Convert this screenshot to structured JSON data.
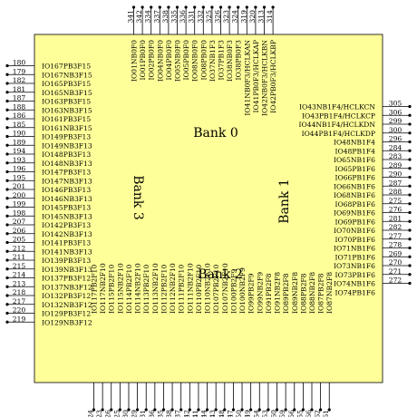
{
  "banks": [
    {
      "label": "Bank 0"
    },
    {
      "label": "Bank 1"
    },
    {
      "label": "Bank 2"
    },
    {
      "label": "Bank 3"
    }
  ],
  "left_pins": [
    {
      "num": "180",
      "name": "IO167PB3F15"
    },
    {
      "num": "179",
      "name": "IO167NB3F15"
    },
    {
      "num": "182",
      "name": "IO165PB3F15"
    },
    {
      "num": "181",
      "name": "IO165NB3F15"
    },
    {
      "num": "187",
      "name": "IO163PB3F15"
    },
    {
      "num": "188",
      "name": "IO163NB3F15"
    },
    {
      "num": "186",
      "name": "IO161PB3F15"
    },
    {
      "num": "185",
      "name": "IO161NB3F15"
    },
    {
      "num": "190",
      "name": "IO149PB3F13"
    },
    {
      "num": "189",
      "name": "IO149NB3F13"
    },
    {
      "num": "194",
      "name": "IO148PB3F13"
    },
    {
      "num": "193",
      "name": "IO148NB3F13"
    },
    {
      "num": "196",
      "name": "IO147PB3F13"
    },
    {
      "num": "195",
      "name": "IO147NB3F13"
    },
    {
      "num": "201",
      "name": "IO146PB3F13"
    },
    {
      "num": "200",
      "name": "IO146NB3F13"
    },
    {
      "num": "199",
      "name": "IO145PB3F13"
    },
    {
      "num": "198",
      "name": "IO145NB3F13"
    },
    {
      "num": "207",
      "name": "IO142PB3F13"
    },
    {
      "num": "206",
      "name": "IO142NB3F13"
    },
    {
      "num": "205",
      "name": "IO141PB3F13"
    },
    {
      "num": "212",
      "name": "IO141NB3F13"
    },
    {
      "num": "211",
      "name": "IO139PB3F13"
    },
    {
      "num": "215",
      "name": "IO139NB3F13"
    },
    {
      "num": "214",
      "name": "IO137PB3F12"
    },
    {
      "num": "213",
      "name": "IO137NB3F12"
    },
    {
      "num": "218",
      "name": "IO132PB3F12"
    },
    {
      "num": "217",
      "name": "IO132NB3F12"
    },
    {
      "num": "220",
      "name": "IO129PB3F12"
    },
    {
      "num": "219",
      "name": "IO129NB3F12"
    }
  ],
  "right_pins": [
    {
      "num": "305",
      "name": "IO43NB1F4/HCLKCN"
    },
    {
      "num": "306",
      "name": "IO43PB1F4/HCLKCP"
    },
    {
      "num": "299",
      "name": "IO44NB1F4/HCLKDN"
    },
    {
      "num": "300",
      "name": "IO44PB1F4/HCLKDP"
    },
    {
      "num": "296",
      "name": "IO48NB1F4"
    },
    {
      "num": "284",
      "name": "IO48PB1F4"
    },
    {
      "num": "283",
      "name": "IO65NB1F6"
    },
    {
      "num": "289",
      "name": "IO65PB1F6"
    },
    {
      "num": "290",
      "name": "IO66PB1F6"
    },
    {
      "num": "287",
      "name": "IO66NB1F6"
    },
    {
      "num": "288",
      "name": "IO68NB1F6"
    },
    {
      "num": "275",
      "name": "IO68PB1F6"
    },
    {
      "num": "276",
      "name": "IO69NB1F6"
    },
    {
      "num": "281",
      "name": "IO69PB1F6"
    },
    {
      "num": "282",
      "name": "IO70NB1F6"
    },
    {
      "num": "277",
      "name": "IO70PB1F6"
    },
    {
      "num": "278",
      "name": "IO71NB1F6"
    },
    {
      "num": "269",
      "name": "IO71PB1F6"
    },
    {
      "num": "270",
      "name": "IO73NB1F6"
    },
    {
      "num": "271",
      "name": "IO73PB1F6"
    },
    {
      "num": "272",
      "name": "IO74NB1F6"
    },
    {
      "num": "",
      "name": "IO74PB1F6"
    }
  ],
  "top_pins": [
    {
      "num": "341",
      "name": "IO01NB0F0"
    },
    {
      "num": "342",
      "name": "IO01PB0F0"
    },
    {
      "num": "334",
      "name": "IO02PB0F0"
    },
    {
      "num": "337",
      "name": "IO04NB0F0"
    },
    {
      "num": "338",
      "name": "IO04PB0F0"
    },
    {
      "num": "335",
      "name": "IO05NB0F0"
    },
    {
      "num": "336",
      "name": "IO05PB0F0"
    },
    {
      "num": "331",
      "name": "IO08NB0F0"
    },
    {
      "num": "332",
      "name": "IO08PB0F0"
    },
    {
      "num": "325",
      "name": "IO37NB1F3"
    },
    {
      "num": "326",
      "name": "IO37PB1F3"
    },
    {
      "num": "323",
      "name": "IO38NB0F3"
    },
    {
      "num": "324",
      "name": "IO38PB0F3"
    },
    {
      "num": "319",
      "name": "IO41NB0F3/HCLKAN"
    },
    {
      "num": "320",
      "name": "IO41PB0F3/HCLKAP"
    },
    {
      "num": "313",
      "name": "IO42NB0F3/HCLKBN"
    },
    {
      "num": "314",
      "name": "IO42PB0F3/HCLKBP"
    }
  ],
  "bottom_pins": [
    {
      "num": "224",
      "name": "IO117PB2F10"
    },
    {
      "num": "223",
      "name": "IO117NB2F10"
    },
    {
      "num": "226",
      "name": "IO115PB2F10"
    },
    {
      "num": "225",
      "name": "IO115NB2F10"
    },
    {
      "num": "230",
      "name": "IO114PB2F10"
    },
    {
      "num": "229",
      "name": "IO114NB2F10"
    },
    {
      "num": "231",
      "name": "IO113PB2F10"
    },
    {
      "num": "236",
      "name": "IO113NB2F10"
    },
    {
      "num": "235",
      "name": "IO112PB2F10"
    },
    {
      "num": "238",
      "name": "IO112NB2F10"
    },
    {
      "num": "237",
      "name": "IO111PB2F10"
    },
    {
      "num": "242",
      "name": "IO111NB2F10"
    },
    {
      "num": "241",
      "name": "IO110PB2F10"
    },
    {
      "num": "244",
      "name": "IO110NB2F10"
    },
    {
      "num": "243",
      "name": "IO107PB2F10"
    },
    {
      "num": "248",
      "name": "IO107NB2F10"
    },
    {
      "num": "247",
      "name": "IO100PB2F9"
    },
    {
      "num": "250",
      "name": "IO100NB2F9"
    },
    {
      "num": "249",
      "name": "IO99PB2F9"
    },
    {
      "num": "254",
      "name": "IO99NB2F9"
    },
    {
      "num": "253",
      "name": "IO91PB2F8"
    },
    {
      "num": "260",
      "name": "IO91NB2F8"
    },
    {
      "num": "259",
      "name": "IO89PB2F8"
    },
    {
      "num": "256",
      "name": "IO89NB2F8"
    },
    {
      "num": "255",
      "name": "IO88PB2F8"
    },
    {
      "num": "266",
      "name": "IO88NB2F8"
    },
    {
      "num": "262",
      "name": "IO87PB2F8"
    },
    {
      "num": "261",
      "name": "IO87NB2F8"
    }
  ]
}
